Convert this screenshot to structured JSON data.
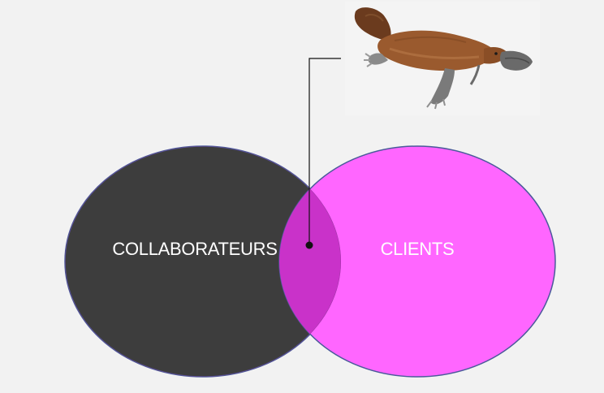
{
  "diagram": {
    "type": "venn",
    "sets": [
      {
        "label": "COLLABORATEURS",
        "color": "#3d3d3d"
      },
      {
        "label": "CLIENTS",
        "color": "#ff66ff",
        "opacity": 0.75
      }
    ],
    "overlap_color": "#cc33cc",
    "outline_color": "#4a5a9a",
    "callout": {
      "target": "intersection",
      "icon": "platypus-illustration"
    }
  }
}
